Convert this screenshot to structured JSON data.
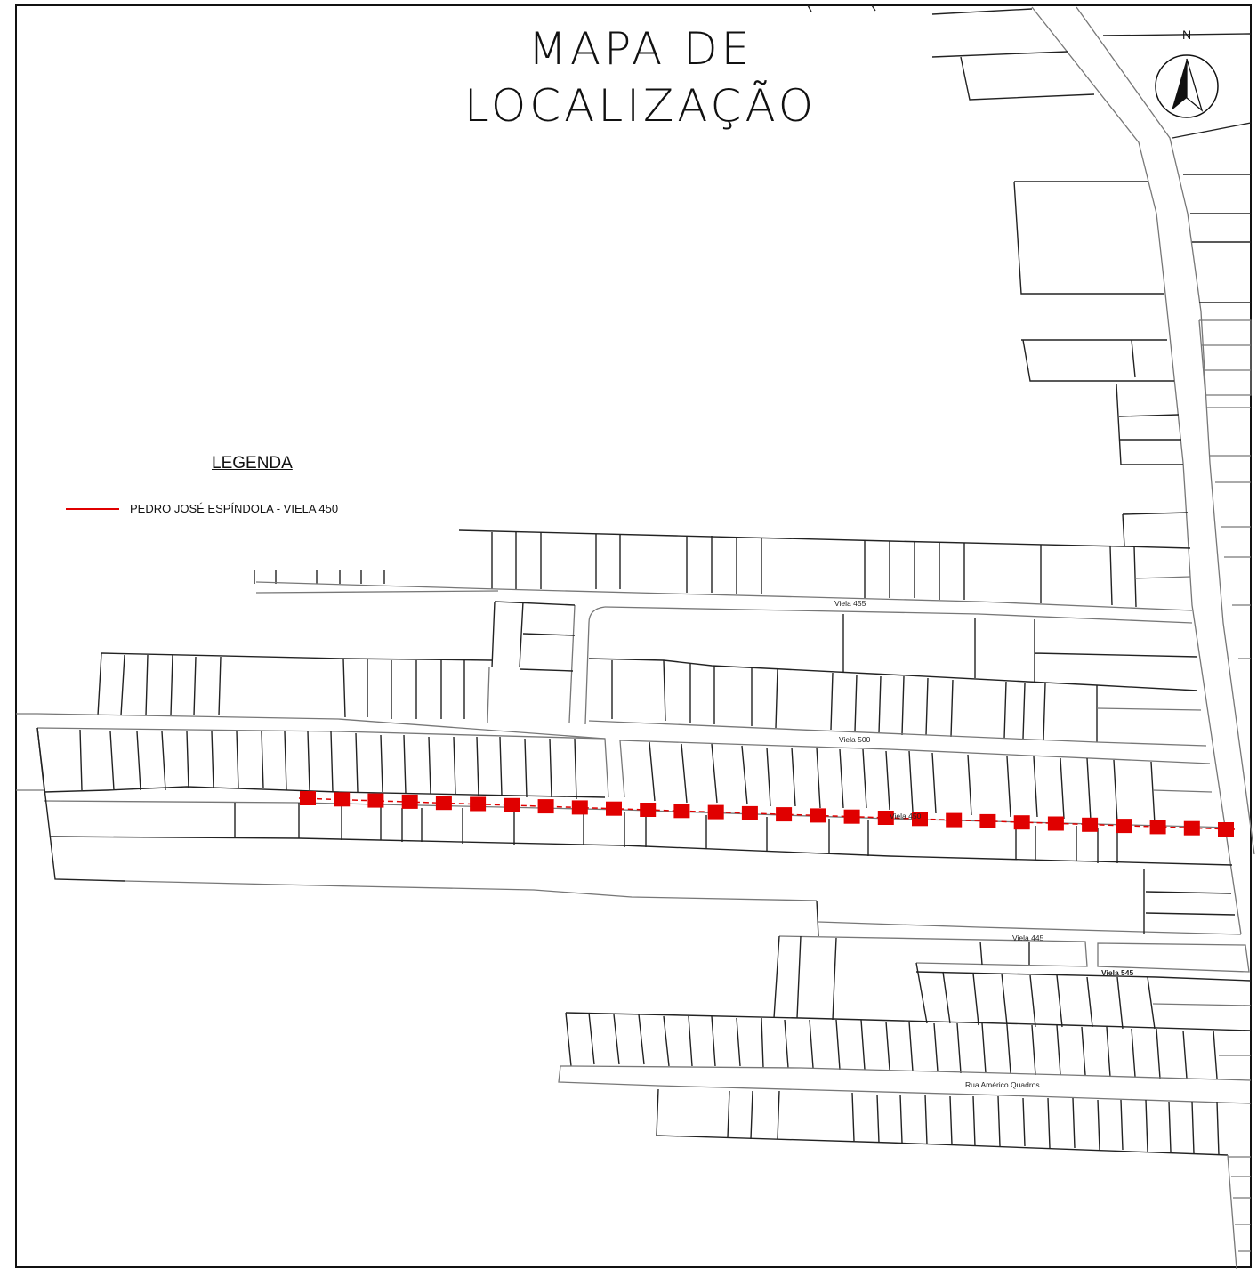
{
  "title": {
    "line1": "MAPA  DE",
    "line2": "LOCALIZAÇÃO"
  },
  "north_arrow": {
    "label": "N",
    "icon": "north-arrow-icon"
  },
  "legend": {
    "heading": "LEGENDA",
    "items": [
      {
        "label": "PEDRO JOSÉ ESPÍNDOLA - VIELA 450",
        "color": "#e00000"
      }
    ]
  },
  "streets": {
    "viela_455": "Viela 455",
    "viela_500": "Viela 500",
    "viela_450": "Viela 450",
    "viela_445": "Viela 445",
    "viela_545": "Viela 545",
    "rua_americo": "Rua Américo Quadros"
  },
  "colors": {
    "highlight": "#e00000",
    "line": "#222222",
    "street_edge": "#777777"
  }
}
